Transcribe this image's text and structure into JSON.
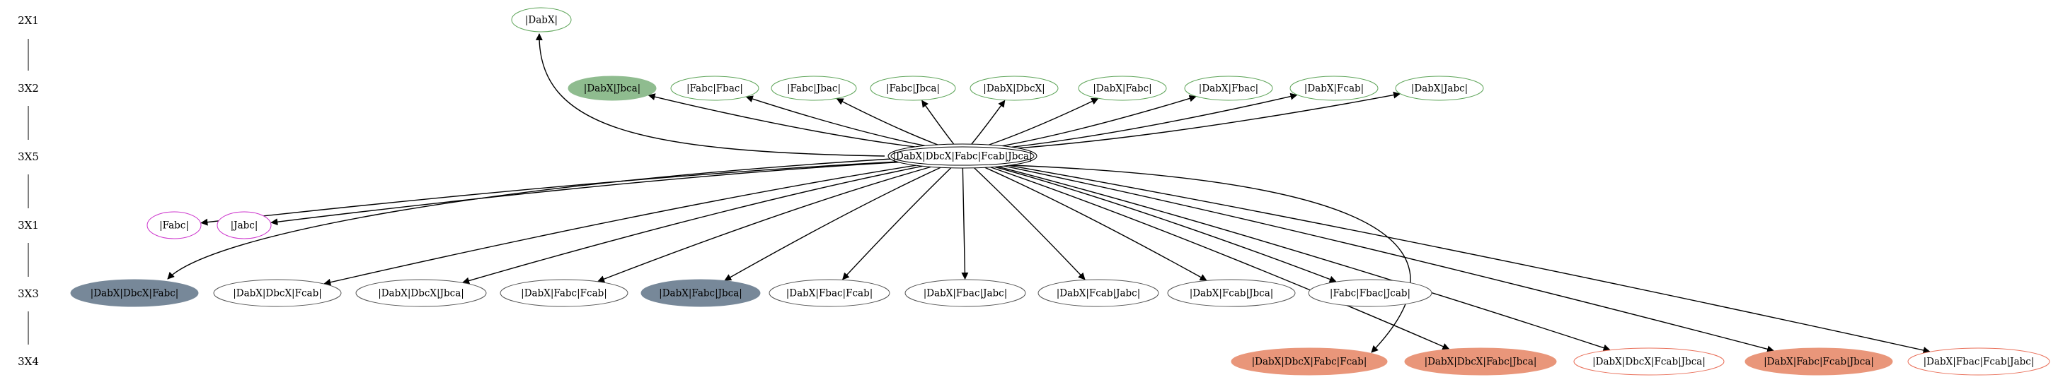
{
  "rank_labels": [
    "2X1",
    "3X2",
    "3X5",
    "3X1",
    "3X3",
    "3X4"
  ],
  "colors": {
    "green_outline": "#5fa55a",
    "green_fill": "#8fbc8f",
    "magenta_outline": "#cc33cc",
    "slate_fill": "#778899",
    "gray_outline": "#555555",
    "salmon_fill": "#e9967a",
    "salmon_outline": "#e9705a",
    "black": "#000000"
  },
  "center": {
    "id": "center",
    "label": "|DabX|DbcX|Fabc|Fcab|Jbca|",
    "style": "double"
  },
  "nodes": [
    {
      "id": "n_2x1",
      "label": "|DabX|",
      "style": "green-outline"
    },
    {
      "id": "n_3x2_1",
      "label": "|DabX|Jbca|",
      "style": "green-fill"
    },
    {
      "id": "n_3x2_2",
      "label": "|Fabc|Fbac|",
      "style": "green-outline"
    },
    {
      "id": "n_3x2_3",
      "label": "|Fabc|Jbac|",
      "style": "green-outline"
    },
    {
      "id": "n_3x2_4",
      "label": "|Fabc|Jbca|",
      "style": "green-outline"
    },
    {
      "id": "n_3x2_5",
      "label": "|DabX|DbcX|",
      "style": "green-outline"
    },
    {
      "id": "n_3x2_6",
      "label": "|DabX|Fabc|",
      "style": "green-outline"
    },
    {
      "id": "n_3x2_7",
      "label": "|DabX|Fbac|",
      "style": "green-outline"
    },
    {
      "id": "n_3x2_8",
      "label": "|DabX|Fcab|",
      "style": "green-outline"
    },
    {
      "id": "n_3x2_9",
      "label": "|DabX|Jabc|",
      "style": "green-outline"
    },
    {
      "id": "n_3x1_1",
      "label": "|Fabc|",
      "style": "magenta-outline"
    },
    {
      "id": "n_3x1_2",
      "label": "|Jabc|",
      "style": "magenta-outline"
    },
    {
      "id": "n_3x3_1",
      "label": "|DabX|DbcX|Fabc|",
      "style": "slate-fill"
    },
    {
      "id": "n_3x3_2",
      "label": "|DabX|DbcX|Fcab|",
      "style": "gray-outline"
    },
    {
      "id": "n_3x3_3",
      "label": "|DabX|DbcX|Jbca|",
      "style": "gray-outline"
    },
    {
      "id": "n_3x3_4",
      "label": "|DabX|Fabc|Fcab|",
      "style": "gray-outline"
    },
    {
      "id": "n_3x3_5",
      "label": "|DabX|Fabc|Jbca|",
      "style": "slate-fill"
    },
    {
      "id": "n_3x3_6",
      "label": "|DabX|Fbac|Fcab|",
      "style": "gray-outline"
    },
    {
      "id": "n_3x3_7",
      "label": "|DabX|Fbac|Jabc|",
      "style": "gray-outline"
    },
    {
      "id": "n_3x3_8",
      "label": "|DabX|Fcab|Jabc|",
      "style": "gray-outline"
    },
    {
      "id": "n_3x3_9",
      "label": "|DabX|Fcab|Jbca|",
      "style": "gray-outline"
    },
    {
      "id": "n_3x3_10",
      "label": "|Fabc|Fbac|Jcab|",
      "style": "gray-outline"
    },
    {
      "id": "n_3x4_1",
      "label": "|DabX|DbcX|Fabc|Fcab|",
      "style": "salmon-fill"
    },
    {
      "id": "n_3x4_2",
      "label": "|DabX|DbcX|Fabc|Jbca|",
      "style": "salmon-fill"
    },
    {
      "id": "n_3x4_3",
      "label": "|DabX|DbcX|Fcab|Jbca|",
      "style": "salmon-outline"
    },
    {
      "id": "n_3x4_4",
      "label": "|DabX|Fabc|Fcab|Jbca|",
      "style": "salmon-fill"
    },
    {
      "id": "n_3x4_5",
      "label": "|DabX|Fbac|Fcab|Jabc|",
      "style": "salmon-outline"
    }
  ],
  "edges": [
    {
      "from": "center",
      "to": "n_2x1"
    },
    {
      "from": "center",
      "to": "n_3x2_1"
    },
    {
      "from": "center",
      "to": "n_3x2_2"
    },
    {
      "from": "center",
      "to": "n_3x2_3"
    },
    {
      "from": "center",
      "to": "n_3x2_4"
    },
    {
      "from": "center",
      "to": "n_3x2_5"
    },
    {
      "from": "center",
      "to": "n_3x2_6"
    },
    {
      "from": "center",
      "to": "n_3x2_7"
    },
    {
      "from": "center",
      "to": "n_3x2_8"
    },
    {
      "from": "center",
      "to": "n_3x2_9"
    },
    {
      "from": "center",
      "to": "n_3x1_1"
    },
    {
      "from": "center",
      "to": "n_3x1_2"
    },
    {
      "from": "center",
      "to": "n_3x3_1"
    },
    {
      "from": "center",
      "to": "n_3x3_2"
    },
    {
      "from": "center",
      "to": "n_3x3_3"
    },
    {
      "from": "center",
      "to": "n_3x3_4"
    },
    {
      "from": "center",
      "to": "n_3x3_5"
    },
    {
      "from": "center",
      "to": "n_3x3_6"
    },
    {
      "from": "center",
      "to": "n_3x3_7"
    },
    {
      "from": "center",
      "to": "n_3x3_8"
    },
    {
      "from": "center",
      "to": "n_3x3_9"
    },
    {
      "from": "center",
      "to": "n_3x3_10"
    },
    {
      "from": "center",
      "to": "n_3x4_1"
    },
    {
      "from": "center",
      "to": "n_3x4_2"
    },
    {
      "from": "center",
      "to": "n_3x4_3"
    },
    {
      "from": "center",
      "to": "n_3x4_4"
    },
    {
      "from": "center",
      "to": "n_3x4_5"
    }
  ]
}
